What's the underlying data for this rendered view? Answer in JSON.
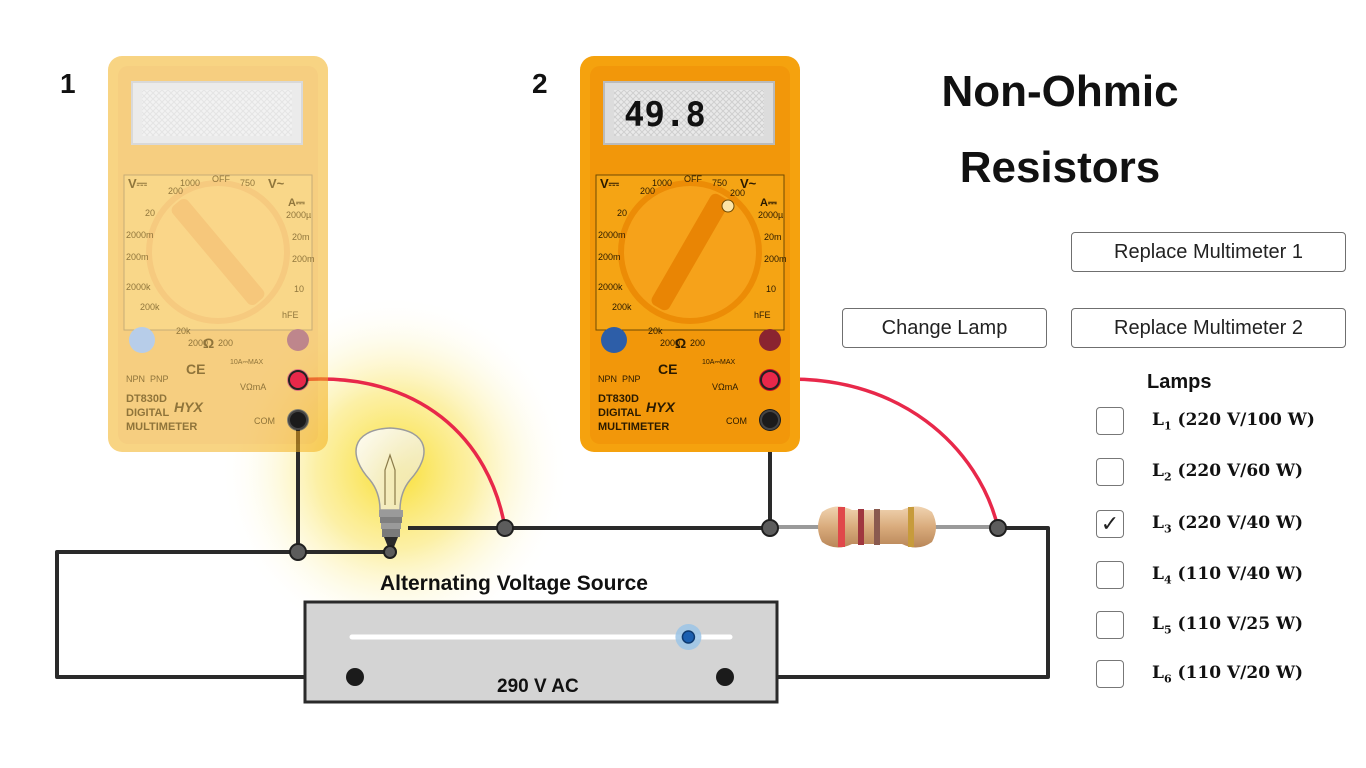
{
  "meter1": {
    "number": "1",
    "reading": "",
    "model": "DT830D",
    "brand": "HYX",
    "sub1": "DIGITAL",
    "sub2": "MULTIMETER"
  },
  "meter2": {
    "number": "2",
    "reading": "49.8",
    "model": "DT830D",
    "brand": "HYX",
    "sub1": "DIGITAL",
    "sub2": "MULTIMETER"
  },
  "dial": {
    "v_dc": "V⎓",
    "v_ac": "V~",
    "a_dc": "A⎓",
    "off": "OFF",
    "l1000": "1000",
    "l750": "750",
    "l200a": "200",
    "l200b": "200",
    "l20": "20",
    "l2000m": "2000m",
    "l200m": "200m",
    "l2000k": "2000k",
    "l200k": "200k",
    "l20k": "20k",
    "l2000": "2000",
    "ohm": "Ω",
    "l200o": "200",
    "a2000u": "2000µ",
    "a20m": "20m",
    "a200m": "200m",
    "a10": "10",
    "hfe": "hFE",
    "npn": "NPN",
    "pnp": "PNP",
    "ce": "CE",
    "vohma": "VΩmA",
    "com": "COM",
    "a10max": "10A⎓MAX"
  },
  "title": {
    "line1": "Non-Ohmic",
    "line2": "Resistors"
  },
  "buttons": {
    "replace1": "Replace Multimeter 1",
    "change_lamp": "Change Lamp",
    "replace2": "Replace Multimeter 2"
  },
  "lamps": {
    "title": "Lamps",
    "items": [
      {
        "prefix": "L",
        "sub": "1",
        "rest": " (220 V/100 W)",
        "checked": false
      },
      {
        "prefix": "L",
        "sub": "2",
        "rest": " (220 V/60 W)",
        "checked": false
      },
      {
        "prefix": "L",
        "sub": "3",
        "rest": " (220 V/40 W)",
        "checked": true
      },
      {
        "prefix": "L",
        "sub": "4",
        "rest": " (110 V/40 W)",
        "checked": false
      },
      {
        "prefix": "L",
        "sub": "5",
        "rest": " (110 V/25 W)",
        "checked": false
      },
      {
        "prefix": "L",
        "sub": "6",
        "rest": " (110 V/20 W)",
        "checked": false
      }
    ],
    "check_glyph": "✓"
  },
  "source": {
    "label": "Alternating Voltage Source",
    "value": "290 V AC",
    "slider_fraction": 0.89
  },
  "colors": {
    "meter_body_dim": "#f3d77f",
    "meter_body_active": "#f5a20e",
    "wire_red": "#e8284a",
    "wire_black": "#2a2a2a",
    "glow": "#f7df3a"
  }
}
